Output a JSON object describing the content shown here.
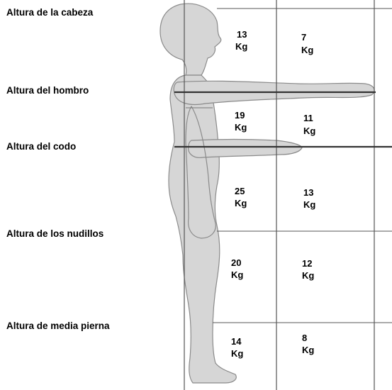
{
  "height_labels": [
    "Altura de la cabeza",
    "Altura del hombro",
    "Altura del codo",
    "Altura de los nudillos",
    "Altura de media pierna"
  ],
  "unit": "Kg",
  "weight_zones": [
    {
      "near": "13",
      "far": "7"
    },
    {
      "near": "19",
      "far": "11"
    },
    {
      "near": "25",
      "far": "13"
    },
    {
      "near": "20",
      "far": "12"
    },
    {
      "near": "14",
      "far": "8"
    }
  ],
  "colors": {
    "body_fill": "#d6d6d6",
    "body_outline": "#8a8a8a",
    "grid_line": "#555555",
    "reach_line": "#333333",
    "text": "#000000"
  }
}
